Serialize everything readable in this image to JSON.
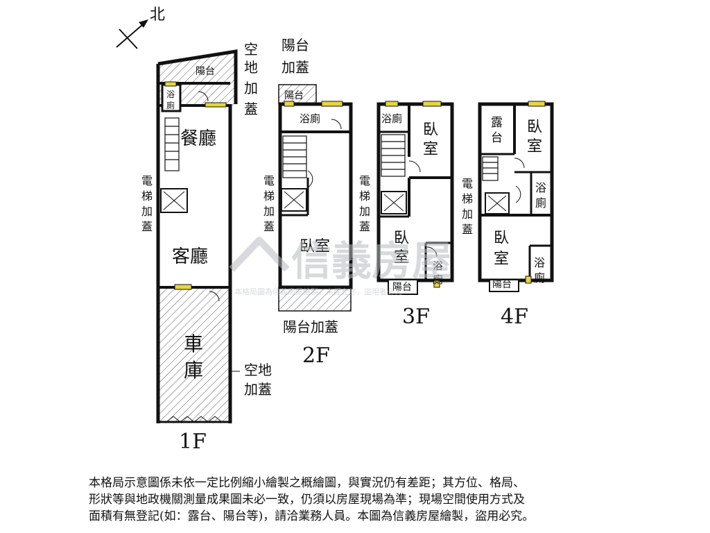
{
  "compass": {
    "label": "北"
  },
  "watermark": {
    "brand": "信義房屋",
    "notice": "本格局圖為信義房屋繪製，未經允許，盜用者必究"
  },
  "floors": {
    "f1": {
      "label": "1F",
      "rooms": {
        "balcony": "陽台",
        "bath_a": "浴",
        "bath_b": "廁",
        "dining": "餐廳",
        "living": "客廳",
        "garage_a": "車",
        "garage_b": "庫"
      },
      "side_notes": {
        "open_top": [
          "空",
          "地",
          "加",
          "蓋"
        ],
        "elevator": [
          "電",
          "梯",
          "加",
          "蓋"
        ],
        "open_bottom": [
          "空地",
          "加蓋"
        ]
      }
    },
    "f2": {
      "label": "2F",
      "rooms": {
        "balcony": "陽台",
        "bath": "浴廁",
        "bedroom": "臥室"
      },
      "side_notes": {
        "top": [
          "陽台",
          "加蓋"
        ],
        "elevator": [
          "電",
          "梯",
          "加",
          "蓋"
        ],
        "bottom": "陽台加蓋"
      }
    },
    "f3": {
      "label": "3F",
      "rooms": {
        "bath": "浴廁",
        "bedroom1_a": "臥",
        "bedroom1_b": "室",
        "bedroom2_a": "臥",
        "bedroom2_b": "室",
        "bath2_a": "浴",
        "bath2_b": "廁",
        "balcony": "陽台"
      },
      "side_notes": {
        "elevator": [
          "電",
          "梯",
          "加",
          "蓋"
        ]
      }
    },
    "f4": {
      "label": "4F",
      "rooms": {
        "terrace_a": "露",
        "terrace_b": "台",
        "bedroom1_a": "臥",
        "bedroom1_b": "室",
        "bath1_a": "浴",
        "bath1_b": "廁",
        "bedroom2_a": "臥",
        "bedroom2_b": "室",
        "bath2_a": "浴",
        "bath2_b": "廁",
        "balcony": "陽台"
      },
      "side_notes": {
        "elevator": [
          "電",
          "梯",
          "加",
          "蓋"
        ]
      }
    }
  },
  "disclaimer": [
    "本格局示意圖係未依一定比例縮小繪製之概繪圖，與實況仍有差距；其方位、格局、",
    "形狀等與地政機關測量成果圖未必一致，仍須以房屋現場為準；現場空間使用方式及",
    "面積有無登記(如：露台、陽台等)，請洽業務人員。本圖為信義房屋繪製，盜用必究。"
  ],
  "colors": {
    "wall": "#111111",
    "window": "#e8d63a",
    "watermark": "#b8bcc2"
  }
}
